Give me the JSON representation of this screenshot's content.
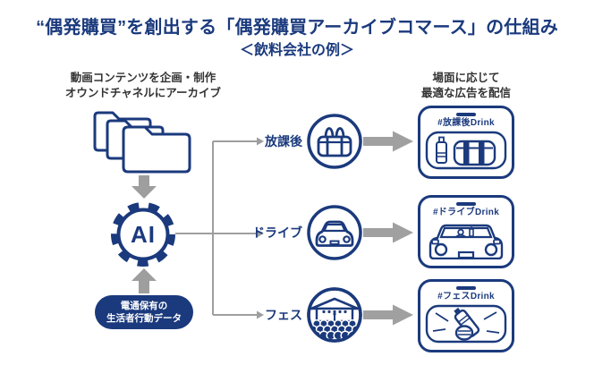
{
  "title": "“偶発購買”を創出する「偶発購買アーカイブコマース」の仕組み",
  "subtitle": "＜飲料会社の例＞",
  "left_flow": {
    "header_line1": "動画コンテンツを企画・制作",
    "header_line2": "オウンドチャネルにアーカイブ",
    "ai_label": "AI",
    "data_box_line1": "電通保有の",
    "data_box_line2": "生活者行動データ"
  },
  "right_column": {
    "header_line1": "場面に応じて",
    "header_line2": "最適な広告を配信"
  },
  "scenes": [
    {
      "label": "放課後",
      "scene_icon": "duffel-bag-icon",
      "ad_label": "#放課後Drink",
      "ad_icon": "bottle-and-bag-icon"
    },
    {
      "label": "ドライブ",
      "scene_icon": "car-front-icon",
      "ad_label": "#ドライブDrink",
      "ad_icon": "car-with-driver-icon"
    },
    {
      "label": "フェス",
      "scene_icon": "festival-stage-icon",
      "ad_label": "#フェスDrink",
      "ad_icon": "hand-holding-bottle-icon"
    }
  ],
  "icons": [
    "stacked-folders-icon",
    "arrow-down-icon",
    "ai-gear-icon",
    "arrow-up-icon",
    "branch-connector-lines",
    "duffel-bag-icon",
    "car-front-icon",
    "festival-stage-icon",
    "thick-arrow-right-icon",
    "phone-frame",
    "bottle-and-bag-icon",
    "car-with-driver-icon",
    "hand-holding-bottle-icon"
  ],
  "colors": {
    "navy": "#1b3a7d",
    "line_gray": "#9e9e9e",
    "block_arrow_gray": "#a0a0a0",
    "header_text": "#333333",
    "background": "#ffffff",
    "box_text": "#ffffff"
  }
}
